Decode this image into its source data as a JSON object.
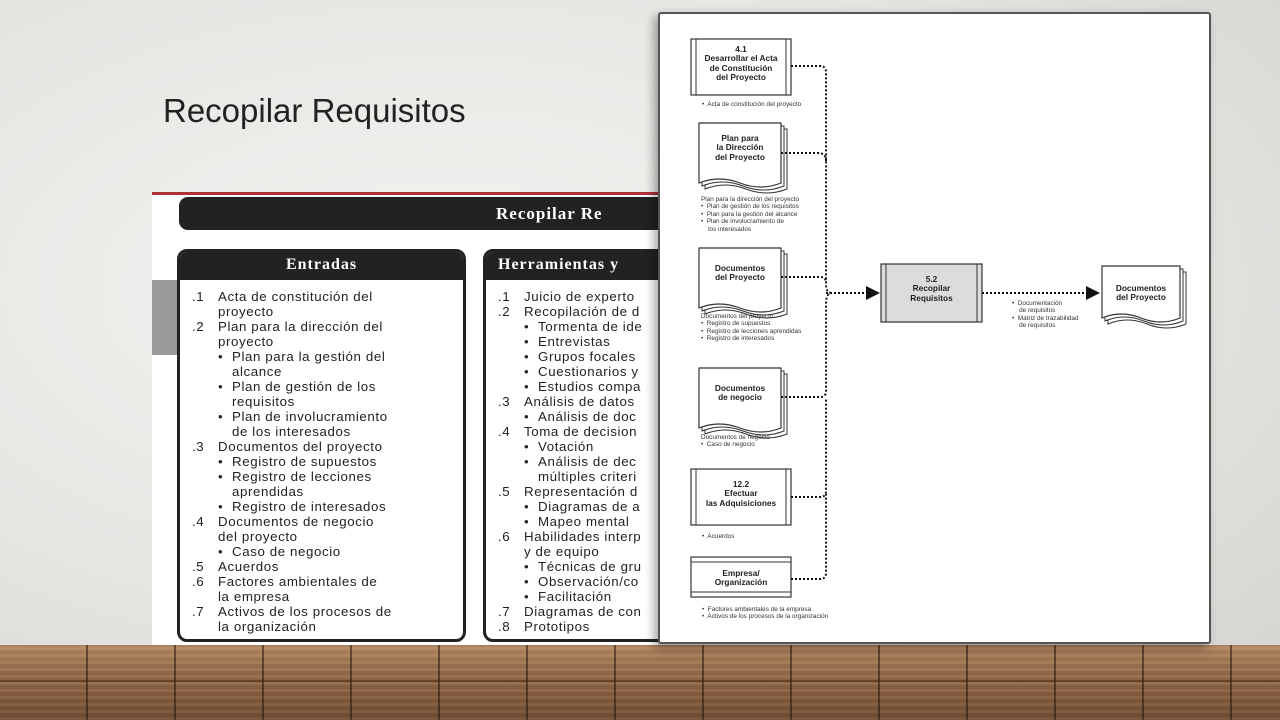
{
  "slide": {
    "title": "Recopilar Requisitos"
  },
  "scan": {
    "banner": "Recopilar Re",
    "inputs": {
      "header": "Entradas",
      "items": [
        {
          "num": ".1",
          "lines": [
            "Acta de constitución del",
            "proyecto"
          ]
        },
        {
          "num": ".2",
          "lines": [
            "Plan para la dirección del",
            "proyecto"
          ]
        },
        {
          "sub": true,
          "lines": [
            "Plan para la gestión del",
            "alcance"
          ]
        },
        {
          "sub": true,
          "lines": [
            "Plan de gestión de los",
            "requisitos"
          ]
        },
        {
          "sub": true,
          "lines": [
            "Plan de involucramiento",
            "de los interesados"
          ]
        },
        {
          "num": ".3",
          "lines": [
            "Documentos del proyecto"
          ]
        },
        {
          "sub": true,
          "lines": [
            "Registro de supuestos"
          ]
        },
        {
          "sub": true,
          "lines": [
            "Registro de lecciones",
            "aprendidas"
          ]
        },
        {
          "sub": true,
          "lines": [
            "Registro de interesados"
          ]
        },
        {
          "num": ".4",
          "lines": [
            "Documentos de negocio",
            "del proyecto"
          ]
        },
        {
          "sub": true,
          "lines": [
            "Caso de negocio"
          ]
        },
        {
          "num": ".5",
          "lines": [
            "Acuerdos"
          ]
        },
        {
          "num": ".6",
          "lines": [
            "Factores ambientales de",
            "la empresa"
          ]
        },
        {
          "num": ".7",
          "lines": [
            "Activos de los procesos de",
            "la organización"
          ]
        }
      ]
    },
    "tools": {
      "header": "Herramientas y",
      "items": [
        {
          "num": ".1",
          "lines": [
            "Juicio de experto"
          ]
        },
        {
          "num": ".2",
          "lines": [
            "Recopilación de d"
          ]
        },
        {
          "sub": true,
          "lines": [
            "Tormenta de ide"
          ]
        },
        {
          "sub": true,
          "lines": [
            "Entrevistas"
          ]
        },
        {
          "sub": true,
          "lines": [
            "Grupos focales"
          ]
        },
        {
          "sub": true,
          "lines": [
            "Cuestionarios y"
          ]
        },
        {
          "sub": true,
          "lines": [
            "Estudios compa"
          ]
        },
        {
          "num": ".3",
          "lines": [
            "Análisis de datos"
          ]
        },
        {
          "sub": true,
          "lines": [
            "Análisis de doc"
          ]
        },
        {
          "num": ".4",
          "lines": [
            "Toma de decision"
          ]
        },
        {
          "sub": true,
          "lines": [
            "Votación"
          ]
        },
        {
          "sub": true,
          "lines": [
            "Análisis de dec",
            "múltiples criteri"
          ]
        },
        {
          "num": ".5",
          "lines": [
            "Representación d"
          ]
        },
        {
          "sub": true,
          "lines": [
            "Diagramas de a"
          ]
        },
        {
          "sub": true,
          "lines": [
            "Mapeo mental"
          ]
        },
        {
          "num": ".6",
          "lines": [
            "Habilidades interp",
            "y de equipo"
          ]
        },
        {
          "sub": true,
          "lines": [
            "Técnicas de gru"
          ]
        },
        {
          "sub": true,
          "lines": [
            "Observación/co"
          ]
        },
        {
          "sub": true,
          "lines": [
            "Facilitación"
          ]
        },
        {
          "num": ".7",
          "lines": [
            "Diagramas de con"
          ]
        },
        {
          "num": ".8",
          "lines": [
            "Prototipos"
          ]
        }
      ]
    }
  },
  "diagram": {
    "node_41": "4.1\nDesarrollar el Acta\nde Constitución\ndel Proyecto",
    "note_41": "•  Acta de constitución del proyecto",
    "node_plan": "Plan para\nla Dirección\ndel Proyecto",
    "note_plan": "Plan para la dirección del proyecto\n•  Plan de gestión de los requisitos\n•  Plan para la gestión del alcance\n•  Plan de involucramiento de\n    los interesados",
    "node_docs": "Documentos\ndel Proyecto",
    "note_docs": "Documentos del proyecto\n•  Registro de supuestos\n•  Registro de lecciones aprendidas\n•  Registro de interesados",
    "node_neg": "Documentos\nde negocio",
    "note_neg": "Documentos de negocio\n•  Caso de negocio",
    "node_122": "12.2\nEfectuar\nlas Adquisiciones",
    "note_122": "•  Acuerdos",
    "node_emp": "Empresa/\nOrganización",
    "note_emp": "•  Factores ambientales de la empresa\n•  Activos de los procesos de la organización",
    "node_52": "5.2\nRecopilar\nRequisitos",
    "note_52": "•  Documentación\n    de requisitos\n•  Matriz de trazabilidad\n    de requisitos",
    "node_out": "Documentos\ndel Proyecto"
  }
}
